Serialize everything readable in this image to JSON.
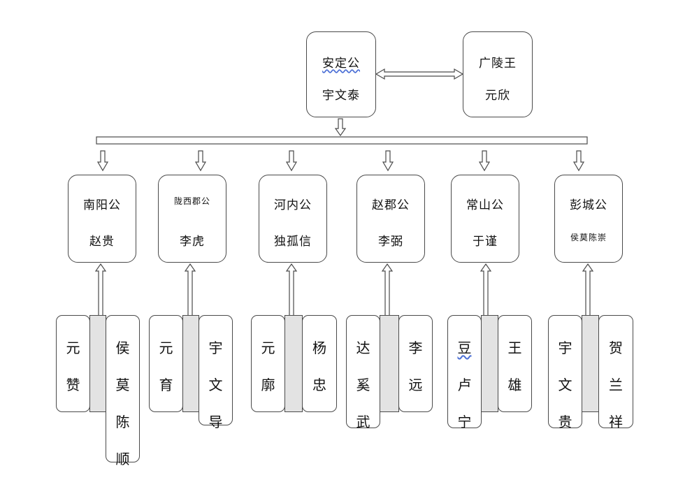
{
  "top": {
    "left": {
      "title": "安定公",
      "name": "宇文泰"
    },
    "right": {
      "title": "广陵王",
      "name": "元欣"
    }
  },
  "pillars": [
    {
      "title": "南阳公",
      "name": "赵贵"
    },
    {
      "title": "陇西郡公",
      "name": "李虎"
    },
    {
      "title": "河内公",
      "name": "独孤信"
    },
    {
      "title": "赵郡公",
      "name": "李弼"
    },
    {
      "title": "常山公",
      "name": "于谨"
    },
    {
      "title": "彭城公",
      "name": "侯莫陈崇"
    }
  ],
  "generals": [
    {
      "left": "元赞",
      "right": "侯莫陈顺"
    },
    {
      "left": "元育",
      "right": "宇文导"
    },
    {
      "left": "元廓",
      "right": "杨忠"
    },
    {
      "left": "达奚武",
      "right": "李远"
    },
    {
      "left": "豆卢宁",
      "right": "王雄"
    },
    {
      "left": "宇文贵",
      "right": "贺兰祥"
    }
  ],
  "colors": {
    "line": "#4a4a4a",
    "arrow_fill": "#ffffff",
    "bar_fill": "#e3e3e3",
    "underline": "#4b6fd6"
  }
}
